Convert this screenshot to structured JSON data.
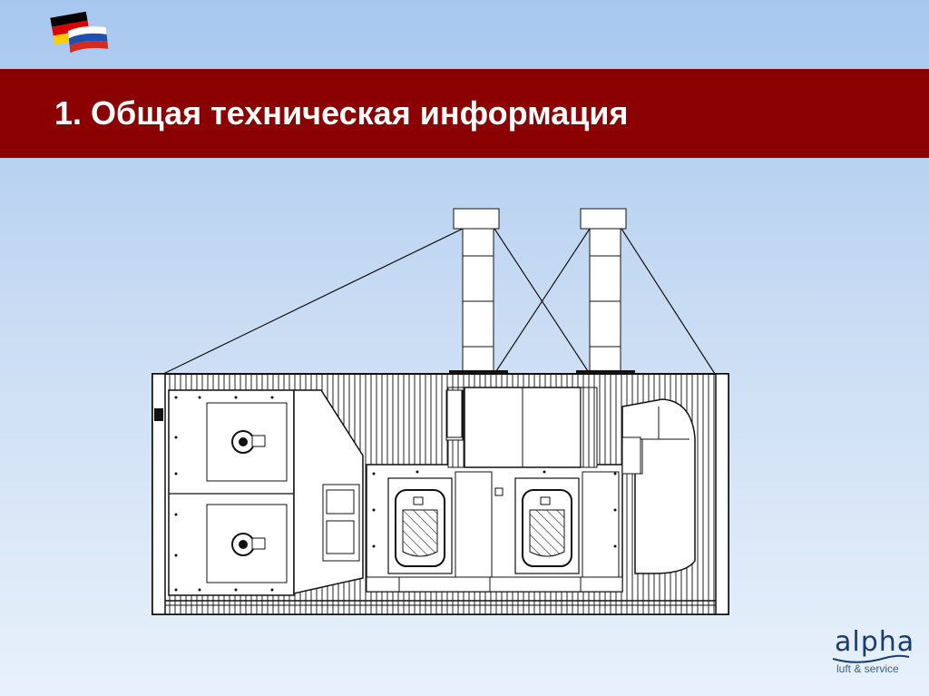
{
  "slide": {
    "title": "1. Общая техническая информация"
  },
  "logo": {
    "icon": "german-russian-flags-icon"
  },
  "brand": {
    "name": "alpha",
    "subtitle": "luft & service"
  },
  "colors": {
    "title_bar": "#8b0000",
    "title_text": "#ffffff",
    "background_top": "#a7c7ef",
    "background_bottom": "#e8f1fb"
  },
  "drawing": {
    "icon": "container-unit-technical-drawing"
  }
}
